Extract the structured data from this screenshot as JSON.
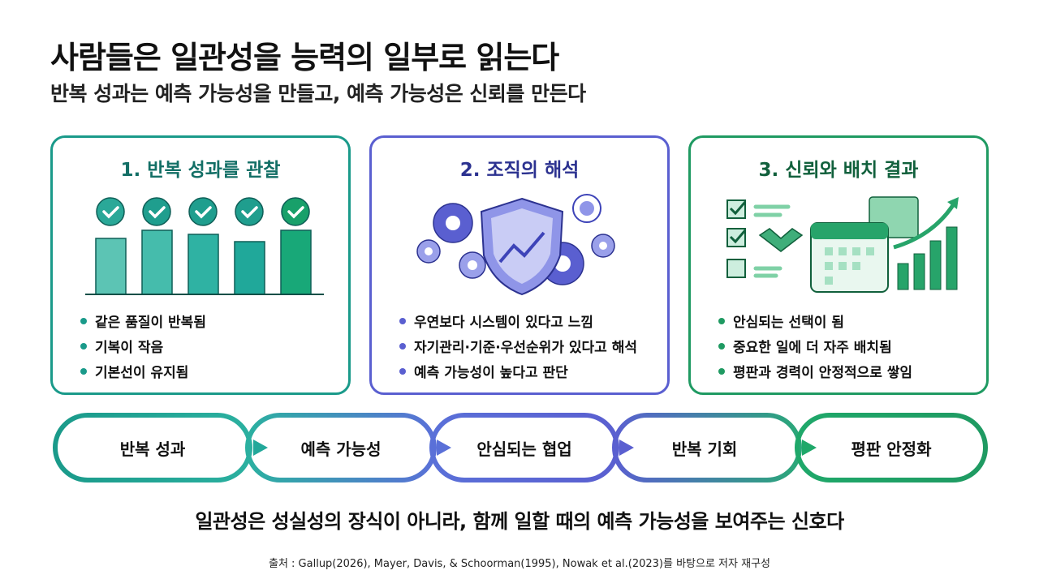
{
  "header": {
    "title": "사람들은 일관성을 능력의 일부로 읽는다",
    "subtitle": "반복 성과는 예측 가능성을 만들고, 예측 가능성은 신뢰를 만든다"
  },
  "panels": [
    {
      "title": "1. 반복 성과를 관찰",
      "color": "#1a9a8a",
      "bullets": [
        "같은 품질이 반복됨",
        "기복이 작음",
        "기본선이 유지됨"
      ]
    },
    {
      "title": "2. 조직의 해석",
      "color": "#5a5fd0",
      "bullets": [
        "우연보다 시스템이 있다고 느낌",
        "자기관리·기준·우선순위가 있다고 해석",
        "예측 가능성이 높다고 판단"
      ]
    },
    {
      "title": "3. 신뢰와 배치 결과",
      "color": "#1f9a62",
      "bullets": [
        "안심되는 선택이 됨",
        "중요한 일에 더 자주 배치됨",
        "평판과 경력이 안정적으로 쌓임"
      ]
    }
  ],
  "flow": [
    "반복 성과",
    "예측 가능성",
    "안심되는 협업",
    "반복 기회",
    "평판 안정화"
  ],
  "statement": "일관성은 성실성의 장식이 아니라, 함께 일할 때의 예측 가능성을 보여주는 신호다",
  "source": "출처 : Gallup(2026), Mayer, Davis, & Schoorman(1995), Nowak et al.(2023)를 바탕으로 저자 재구성"
}
